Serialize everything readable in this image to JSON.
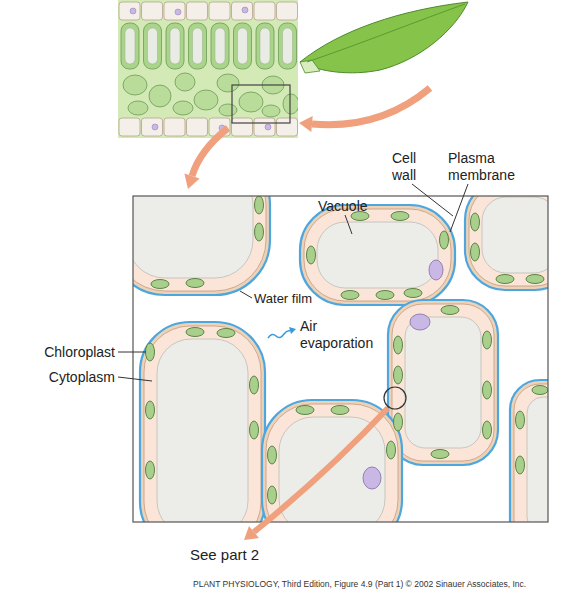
{
  "diagram": {
    "caption": "PLANT PHYSIOLOGY, Third Edition, Figure 4.9 (Part 1) © 2002 Sinauer Associates, Inc.",
    "labels": [
      "Cell wall",
      "Plasma membrane",
      "Vacuole",
      "Water film",
      "Chloroplast",
      "Air evaporation",
      "Cytoplasm",
      "See part 2"
    ]
  }
}
